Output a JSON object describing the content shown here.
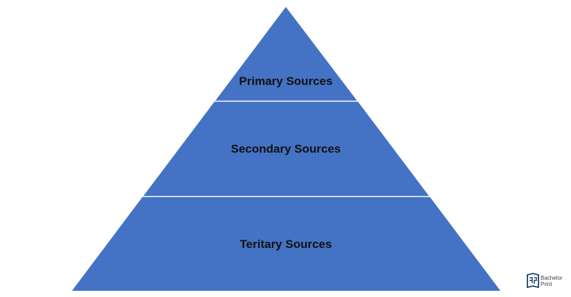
{
  "pyramid": {
    "fill_color": "#4472c4",
    "divider_color": "#ffffff",
    "tiers": [
      {
        "label": "Primary Sources"
      },
      {
        "label": "Secondary Sources"
      },
      {
        "label": "Teritary Sources"
      }
    ]
  },
  "logo": {
    "line1": "Bachelor",
    "line2": "Print",
    "color": "#1f3a68"
  }
}
